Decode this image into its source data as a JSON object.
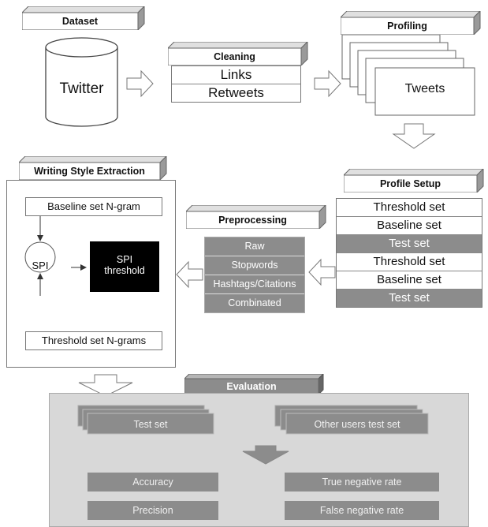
{
  "dataset": {
    "title": "Dataset",
    "source": "Twitter"
  },
  "cleaning": {
    "title": "Cleaning",
    "items": [
      "Links",
      "Retweets"
    ]
  },
  "profiling": {
    "title": "Profiling",
    "label": "Tweets"
  },
  "profile_setup": {
    "title": "Profile Setup",
    "items": [
      "Threshold set",
      "Baseline set",
      "Test set",
      "Threshold set",
      "Baseline set",
      "Test set"
    ]
  },
  "preprocessing": {
    "title": "Preprocessing",
    "items": [
      "Raw",
      "Stopwords",
      "Hashtags/Citations",
      "Combinated"
    ]
  },
  "writing_style": {
    "title": "Writing Style Extraction",
    "baseline": "Baseline set N-gram",
    "spi": "SPI",
    "spi_threshold_line1": "SPI",
    "spi_threshold_line2": "threshold",
    "threshold": "Threshold set N-grams"
  },
  "evaluation": {
    "title": "Evaluation",
    "test_set": "Test set",
    "other_test_set": "Other users test set",
    "metrics": [
      "Accuracy",
      "True negative rate",
      "Precision",
      "False negative rate"
    ]
  }
}
